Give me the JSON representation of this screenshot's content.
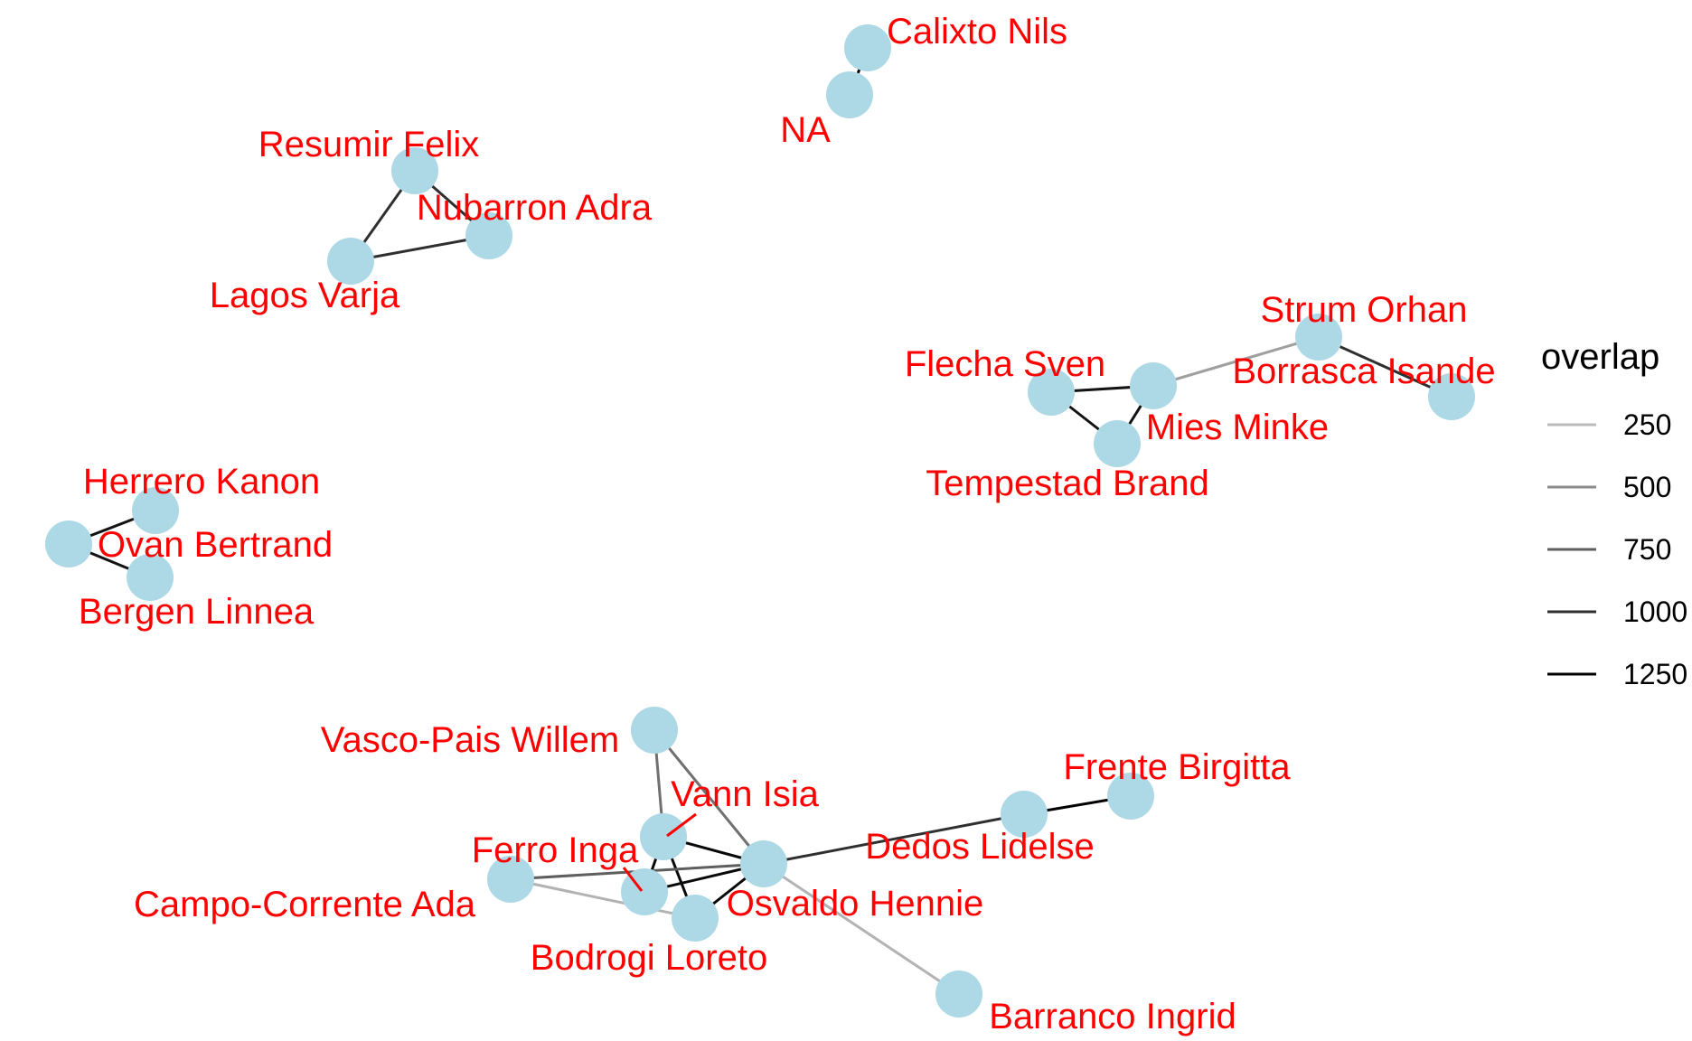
{
  "colors": {
    "node_fill": "#add8e6",
    "label_text": "#ff0000",
    "edge_light": "#bbbbbb",
    "edge_dark": "#000000"
  },
  "legend": {
    "title": "overlap",
    "entries": [
      {
        "label": "250",
        "value": 250
      },
      {
        "label": "500",
        "value": 500
      },
      {
        "label": "750",
        "value": 750
      },
      {
        "label": "1000",
        "value": 1000
      },
      {
        "label": "1250",
        "value": 1250
      }
    ]
  },
  "nodes": [
    {
      "id": "calixto-nils",
      "label": "Calixto Nils"
    },
    {
      "id": "na",
      "label": "NA"
    },
    {
      "id": "resumir-felix",
      "label": "Resumir Felix"
    },
    {
      "id": "nubarron-adra",
      "label": "Nubarron Adra"
    },
    {
      "id": "lagos-varja",
      "label": "Lagos Varja"
    },
    {
      "id": "strum-orhan",
      "label": "Strum Orhan"
    },
    {
      "id": "borrasca-isande",
      "label": "Borrasca Isande"
    },
    {
      "id": "flecha-sven",
      "label": "Flecha Sven"
    },
    {
      "id": "mies-minke",
      "label": "Mies Minke"
    },
    {
      "id": "tempestad-brand",
      "label": "Tempestad Brand"
    },
    {
      "id": "herrero-kanon",
      "label": "Herrero Kanon"
    },
    {
      "id": "ovan-bertrand",
      "label": "Ovan Bertrand"
    },
    {
      "id": "bergen-linnea",
      "label": "Bergen Linnea"
    },
    {
      "id": "vasco-pais-willem",
      "label": "Vasco-Pais Willem"
    },
    {
      "id": "vann-isia",
      "label": "Vann Isia"
    },
    {
      "id": "frente-birgitta",
      "label": "Frente Birgitta"
    },
    {
      "id": "dedos-lidelse",
      "label": "Dedos Lidelse"
    },
    {
      "id": "ferro-inga",
      "label": "Ferro Inga"
    },
    {
      "id": "osvaldo-hennie",
      "label": "Osvaldo Hennie"
    },
    {
      "id": "campo-corrente-ada",
      "label": "Campo-Corrente Ada"
    },
    {
      "id": "bodrogi-loreto",
      "label": "Bodrogi Loreto"
    },
    {
      "id": "barranco-ingrid",
      "label": "Barranco Ingrid"
    }
  ],
  "edges": [
    {
      "source": "calixto-nils",
      "target": "na",
      "overlap": 1250
    },
    {
      "source": "resumir-felix",
      "target": "nubarron-adra",
      "overlap": 1000
    },
    {
      "source": "resumir-felix",
      "target": "lagos-varja",
      "overlap": 1000
    },
    {
      "source": "lagos-varja",
      "target": "nubarron-adra",
      "overlap": 1000
    },
    {
      "source": "mies-minke",
      "target": "strum-orhan",
      "overlap": 400
    },
    {
      "source": "strum-orhan",
      "target": "borrasca-isande",
      "overlap": 1000
    },
    {
      "source": "flecha-sven",
      "target": "mies-minke",
      "overlap": 1150
    },
    {
      "source": "flecha-sven",
      "target": "tempestad-brand",
      "overlap": 1150
    },
    {
      "source": "mies-minke",
      "target": "tempestad-brand",
      "overlap": 1150
    },
    {
      "source": "herrero-kanon",
      "target": "ovan-bertrand",
      "overlap": 1150
    },
    {
      "source": "ovan-bertrand",
      "target": "bergen-linnea",
      "overlap": 1150
    },
    {
      "source": "vasco-pais-willem",
      "target": "vann-isia",
      "overlap": 650
    },
    {
      "source": "vasco-pais-willem",
      "target": "osvaldo-hennie",
      "overlap": 650
    },
    {
      "source": "vann-isia",
      "target": "osvaldo-hennie",
      "overlap": 1200
    },
    {
      "source": "vann-isia",
      "target": "bodrogi-loreto",
      "overlap": 1200
    },
    {
      "source": "vann-isia",
      "target": "campo-corrente-ada",
      "overlap": 1200
    },
    {
      "source": "campo-corrente-ada",
      "target": "osvaldo-hennie",
      "overlap": 1200
    },
    {
      "source": "bodrogi-loreto",
      "target": "osvaldo-hennie",
      "overlap": 1200
    },
    {
      "source": "ferro-inga",
      "target": "osvaldo-hennie",
      "overlap": 750
    },
    {
      "source": "ferro-inga",
      "target": "bodrogi-loreto",
      "overlap": 300
    },
    {
      "source": "osvaldo-hennie",
      "target": "dedos-lidelse",
      "overlap": 1000
    },
    {
      "source": "dedos-lidelse",
      "target": "frente-birgitta",
      "overlap": 1250
    },
    {
      "source": "osvaldo-hennie",
      "target": "barranco-ingrid",
      "overlap": 300
    }
  ]
}
